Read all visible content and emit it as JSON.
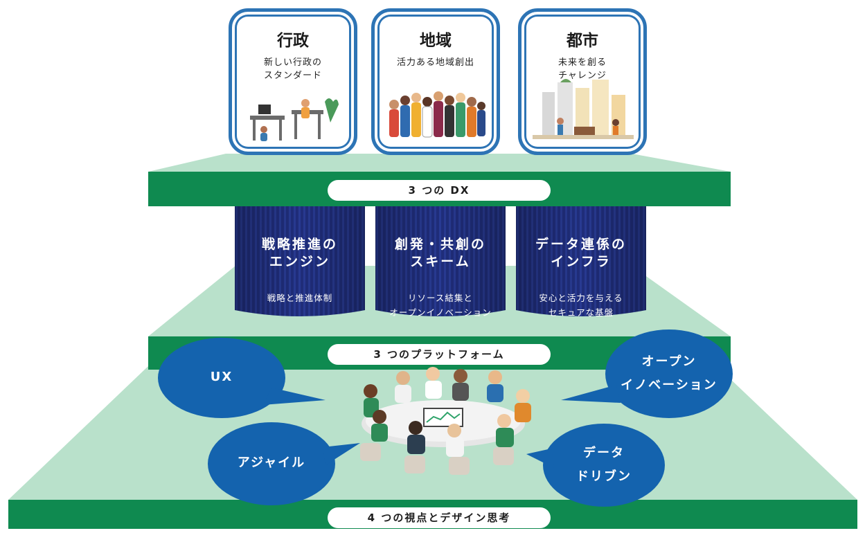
{
  "cards": [
    {
      "title": "行政",
      "subtitle": "新しい行政の\nスタンダード"
    },
    {
      "title": "地域",
      "subtitle": "活力ある地域創出"
    },
    {
      "title": "都市",
      "subtitle": "未来を創る\nチャレンジ"
    }
  ],
  "bands": {
    "dx": "3 つの DX",
    "platform": "3 つのプラットフォーム",
    "perspective": "4 つの視点とデザイン思考"
  },
  "pillars": [
    {
      "title": "戦略推進の\nエンジン",
      "subtitle": "戦略と推進体制"
    },
    {
      "title": "創発・共創の\nスキーム",
      "subtitle": "リソース結集と\nオープンイノベーション"
    },
    {
      "title": "データ連係の\nインフラ",
      "subtitle": "安心と活力を与える\nセキュアな基盤"
    }
  ],
  "bubbles": {
    "ux": "UX",
    "open": "オープン\nイノベーション",
    "agile": "アジャイル",
    "data": "データ\nドリブン"
  },
  "colors": {
    "band_green": "#0f8a50",
    "platform_mint": "#b9e1cb",
    "pillar_navy": "#1f2d7a",
    "bubble_blue": "#1463ae",
    "card_border": "#2d74b5"
  }
}
